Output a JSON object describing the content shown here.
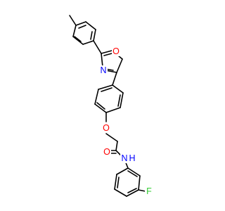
{
  "colors": {
    "bond": "#000000",
    "carbon": "#000000",
    "oxygen": "#ff0000",
    "nitrogen": "#0000ff",
    "fluorine": "#33cc33"
  },
  "molecule": {
    "atoms": [
      {
        "id": "N_amide",
        "label": "N",
        "element": "nitrogen"
      },
      {
        "id": "H_amide",
        "label": "H",
        "element": "nitrogen"
      },
      {
        "id": "O_carbonyl",
        "label": "O",
        "element": "oxygen"
      },
      {
        "id": "O_ether",
        "label": "O",
        "element": "oxygen"
      },
      {
        "id": "O_ring",
        "label": "O",
        "element": "oxygen"
      },
      {
        "id": "N_ring_left",
        "label": "N",
        "element": "nitrogen"
      },
      {
        "id": "N_ring_right",
        "label": "N",
        "element": "nitrogen"
      },
      {
        "id": "F",
        "label": "F",
        "element": "fluorine"
      }
    ]
  }
}
